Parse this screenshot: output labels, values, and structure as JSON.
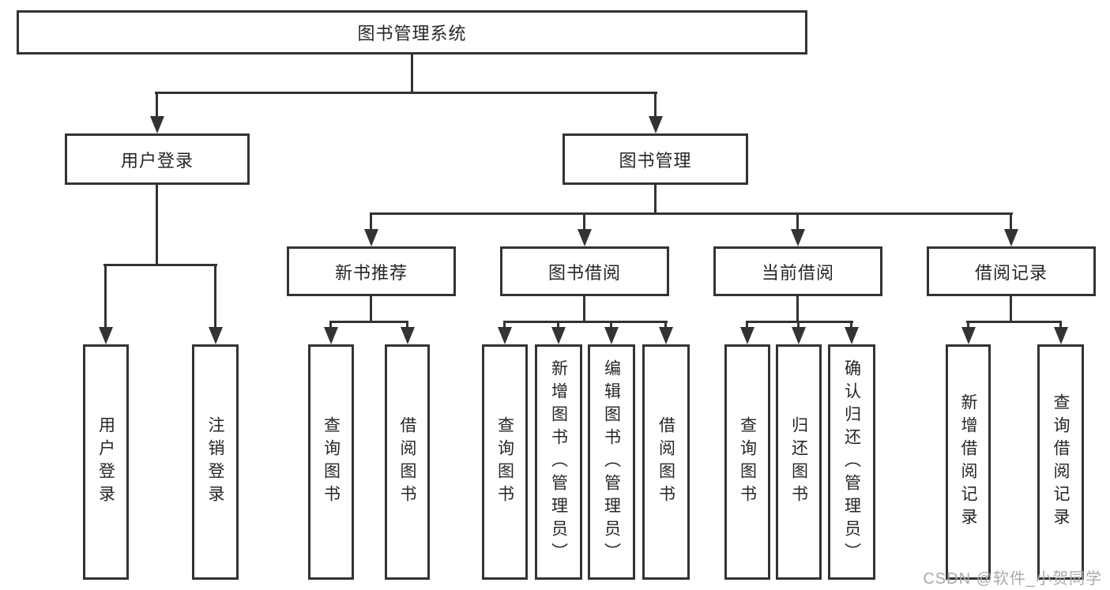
{
  "root": {
    "label": "图书管理系统"
  },
  "branches": {
    "user_login": {
      "label": "用户登录",
      "children": [
        {
          "label": "用户登录"
        },
        {
          "label": "注销登录"
        }
      ]
    },
    "book_management": {
      "label": "图书管理",
      "groups": [
        {
          "label": "新书推荐",
          "children": [
            {
              "label": "查询图书"
            },
            {
              "label": "借阅图书"
            }
          ]
        },
        {
          "label": "图书借阅",
          "children": [
            {
              "label": "查询图书"
            },
            {
              "label": "新增图书（管理员）"
            },
            {
              "label": "编辑图书（管理员）"
            },
            {
              "label": "借阅图书"
            }
          ]
        },
        {
          "label": "当前借阅",
          "children": [
            {
              "label": "查询图书"
            },
            {
              "label": "归还图书"
            },
            {
              "label": "确认归还（管理员）"
            }
          ]
        },
        {
          "label": "借阅记录",
          "children": [
            {
              "label": "新增借阅记录"
            },
            {
              "label": "查询借阅记录"
            }
          ]
        }
      ]
    }
  },
  "watermark": {
    "text": "CSDN @软件_小贺同学"
  },
  "colors": {
    "line": "#333333",
    "text": "#262626",
    "background": "#ffffff",
    "watermark": "#ababab"
  }
}
